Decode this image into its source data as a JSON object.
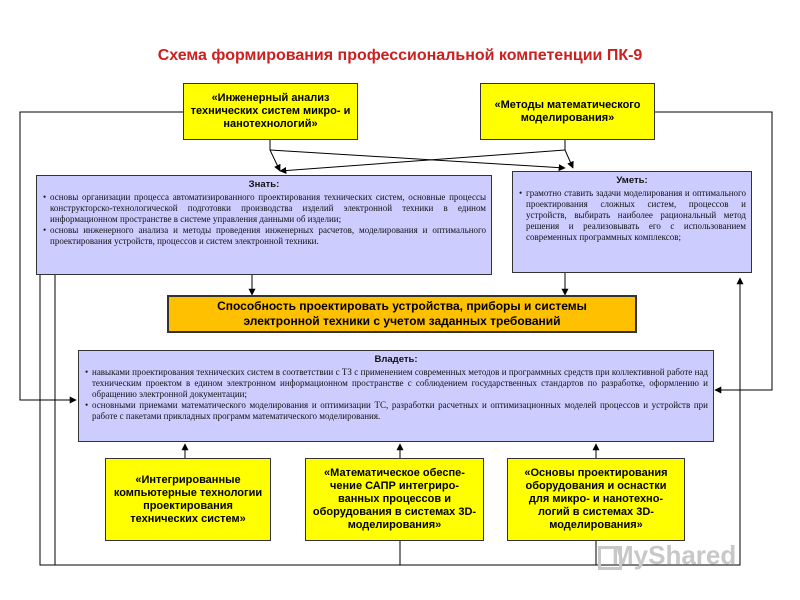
{
  "title": "Схема формирования профессиональной компетенции ПК-9",
  "top_left": "«Инженерный анализ технических систем микро- и нанотехнологий»",
  "top_right": "«Методы математического моделирования»",
  "know": {
    "heading": "Знать:",
    "items": [
      "основы организации процесса автоматизированного проектирования технических систем, основные процессы конструкторско-технологической подготовки производства изделий электронной техники в едином информационном пространстве в системе управления данными об изделии;",
      "основы инженерного анализа и методы проведения инженерных расчетов, моделирования и оптимального проектирования устройств, процессов и систем электронной техники."
    ]
  },
  "can": {
    "heading": "Уметь:",
    "items": [
      "грамотно ставить задачи моделирования и оптимального проектирования сложных систем, процессов и устройств, выбирать наиболее рациональный метод решения и реализовывать его с использованием современных программных комплексов;"
    ]
  },
  "center": "Способность проектировать устройства, приборы и системы электронной техники с учетом заданных требований",
  "own": {
    "heading": "Владеть:",
    "items": [
      "навыками проектирования технических систем в соответствии с ТЗ с применением современных методов и программных средств при коллективной работе над техническим проектом в едином электронном информационном пространстве с соблюдением государственных стандартов по разработке, оформлению и обращению электронной документации;",
      "основными приемами математического моделирования и оптимизации ТС, разработки расчетных и оптимизационных моделей процессов и устройств при работе с пакетами прикладных программ математического моделирования."
    ]
  },
  "bottom": [
    "«Интегрированные компьютерные технологии проектирования технических систем»",
    "«Математическое обеспе-чение САПР интегриро-ванных процессов и оборудования в системах 3D-моделирования»",
    "«Основы проектирования оборудования и оснастки для микро- и нанотехно-логий в системах 3D-моделирования»"
  ],
  "watermark": "MyShared"
}
